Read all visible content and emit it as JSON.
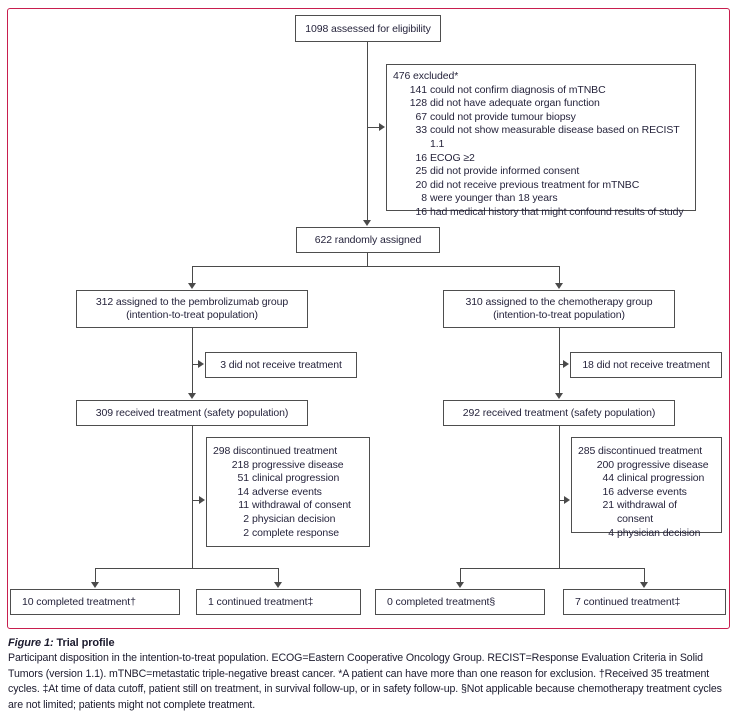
{
  "accent_color": "#c81e4e",
  "figure": {
    "caption_label": "Figure 1:",
    "caption_title": " Trial profile",
    "caption_body": "Participant disposition in the intention-to-treat population. ECOG=Eastern Cooperative Oncology Group. RECIST=Response Evaluation Criteria in Solid Tumors (version 1.1). mTNBC=metastatic triple-negative breast cancer. *A patient can have more than one reason for exclusion. †Received 35 treatment cycles. ‡At time of data cutoff, patient still on treatment, in survival follow-up, or in safety follow-up. §Not applicable because chemotherapy treatment cycles are not limited; patients might not complete treatment."
  },
  "flowchart": {
    "assessed": "1098 assessed for eligibility",
    "excluded": {
      "title": "476 excluded*",
      "reasons": [
        {
          "num": "141",
          "text": "could not confirm diagnosis of mTNBC"
        },
        {
          "num": "128",
          "text": "did not have adequate organ function"
        },
        {
          "num": "67",
          "text": "could not provide tumour biopsy"
        },
        {
          "num": "33",
          "text": "could not show measurable disease based on RECIST 1.1"
        },
        {
          "num": "16",
          "text": "ECOG ≥2"
        },
        {
          "num": "25",
          "text": "did not provide informed consent"
        },
        {
          "num": "20",
          "text": "did not receive previous treatment for mTNBC"
        },
        {
          "num": "8",
          "text": "were younger than 18 years"
        },
        {
          "num": "16",
          "text": "had medical history that might confound results of study"
        }
      ]
    },
    "randomized": "622 randomly assigned",
    "pembro": {
      "assigned_line1": "312 assigned to the pembrolizumab group",
      "assigned_line2": "(intention-to-treat population)",
      "not_treated": "3 did not receive treatment",
      "treated": "309 received treatment (safety population)",
      "discontinued": {
        "title": "298 discontinued treatment",
        "reasons": [
          {
            "num": "218",
            "text": "progressive disease"
          },
          {
            "num": "51",
            "text": "clinical progression"
          },
          {
            "num": "14",
            "text": "adverse events"
          },
          {
            "num": "11",
            "text": "withdrawal of consent"
          },
          {
            "num": "2",
            "text": "physician decision"
          },
          {
            "num": "2",
            "text": "complete response"
          }
        ]
      },
      "completed": "10 completed treatment†",
      "continued": "1 continued treatment‡"
    },
    "chemo": {
      "assigned_line1": "310 assigned to the chemotherapy group",
      "assigned_line2": "(intention-to-treat population)",
      "not_treated": "18 did not receive treatment",
      "treated": "292 received treatment (safety population)",
      "discontinued": {
        "title": "285 discontinued treatment",
        "reasons": [
          {
            "num": "200",
            "text": "progressive disease"
          },
          {
            "num": "44",
            "text": "clinical progression"
          },
          {
            "num": "16",
            "text": "adverse events"
          },
          {
            "num": "21",
            "text": "withdrawal of consent"
          },
          {
            "num": "4",
            "text": "physician decision"
          }
        ]
      },
      "completed": "0 completed treatment§",
      "continued": "7 continued treatment‡"
    }
  }
}
